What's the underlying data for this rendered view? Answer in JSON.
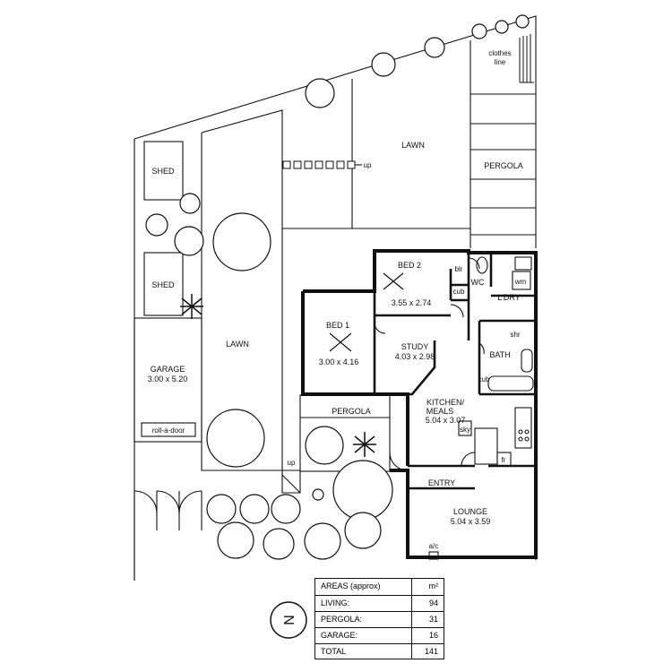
{
  "labels": {
    "clothes_line_1": "clothes",
    "clothes_line_2": "line",
    "lawn_top": "LAWN",
    "lawn_left": "LAWN",
    "pergola_right": "PERGOLA",
    "pergola_mid": "PERGOLA",
    "up_top": "up",
    "up_bottom": "up",
    "shed_1": "SHED",
    "shed_2": "SHED",
    "garage": "GARAGE",
    "garage_dim": "3.00 x 5.20",
    "roll_a_door": "roll-a-door",
    "bed2": "BED 2",
    "bed2_dim": "3.55 x 2.74",
    "blr": "blr",
    "cub_1": "cub",
    "wc": "WC",
    "wm": "wm",
    "ldry": "L'DRY",
    "shr": "shr",
    "bath": "BATH",
    "cub_2": "cub",
    "bed1": "BED 1",
    "bed1_dim": "3.00 x 4.16",
    "study": "STUDY",
    "study_dim": "4.03 x 2.98",
    "kitchen_1": "KITCHEN/",
    "kitchen_2": "MEALS",
    "kitchen_dim": "5.04 x 3.07",
    "sky": "sky",
    "fr": "fr",
    "entry": "ENTRY",
    "lounge": "LOUNGE",
    "lounge_dim": "5.04 x 3.59",
    "ac": "a/c",
    "compass": "N"
  },
  "areas": {
    "header": "AREAS (approx)",
    "unit": "m²",
    "rows": [
      {
        "label": "LIVING:",
        "value": "94"
      },
      {
        "label": "PERGOLA:",
        "value": "31"
      },
      {
        "label": "GARAGE:",
        "value": "16"
      },
      {
        "label": "TOTAL",
        "value": "141"
      }
    ]
  }
}
